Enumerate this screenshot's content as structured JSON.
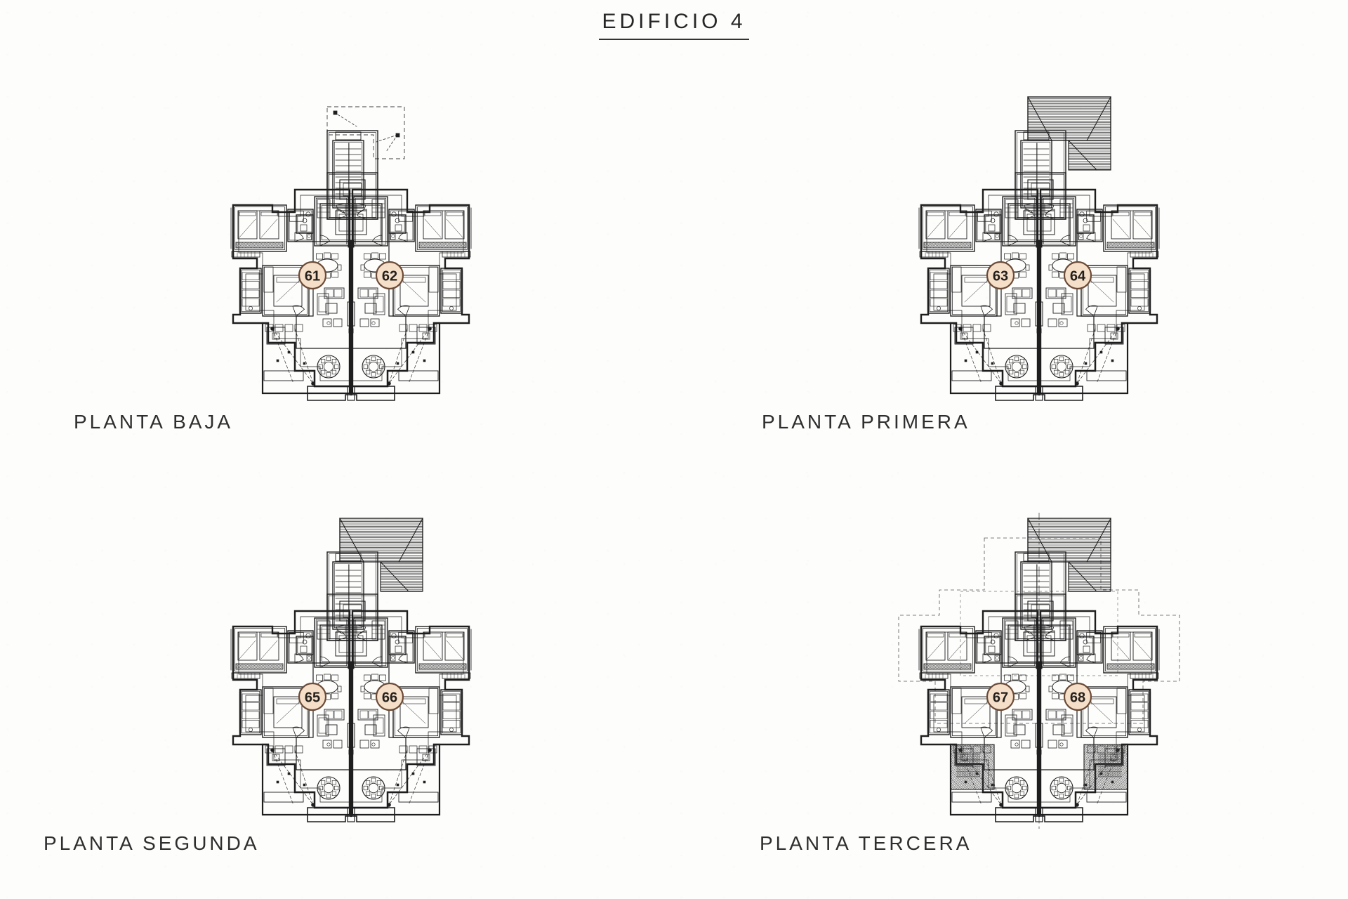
{
  "document": {
    "title": "EDIFICIO  4",
    "sheet_background": "#fdfdfc",
    "ink_color": "#1e1e1e",
    "badge_fill": "#f6dfc9",
    "badge_stroke": "#6b4a36",
    "hatch_color": "#3a3a3a"
  },
  "plans": [
    {
      "id": "planta-baja",
      "caption": "PLANTA  BAJA",
      "units": [
        "61",
        "62"
      ],
      "has_roof_hatch": false,
      "has_dashed_roof_outline": false,
      "has_hatched_side_terraces": false,
      "has_centerline": false
    },
    {
      "id": "planta-primera",
      "caption": "PLANTA  PRIMERA",
      "units": [
        "63",
        "64"
      ],
      "has_roof_hatch": true,
      "has_dashed_roof_outline": false,
      "has_hatched_side_terraces": false,
      "has_centerline": false
    },
    {
      "id": "planta-segunda",
      "caption": "PLANTA  SEGUNDA",
      "units": [
        "65",
        "66"
      ],
      "has_roof_hatch": true,
      "has_dashed_roof_outline": false,
      "has_hatched_side_terraces": false,
      "has_centerline": false
    },
    {
      "id": "planta-tercera",
      "caption": "PLANTA  TERCERA",
      "units": [
        "67",
        "68"
      ],
      "has_roof_hatch": true,
      "has_dashed_roof_outline": true,
      "has_hatched_side_terraces": true,
      "has_centerline": true
    }
  ]
}
